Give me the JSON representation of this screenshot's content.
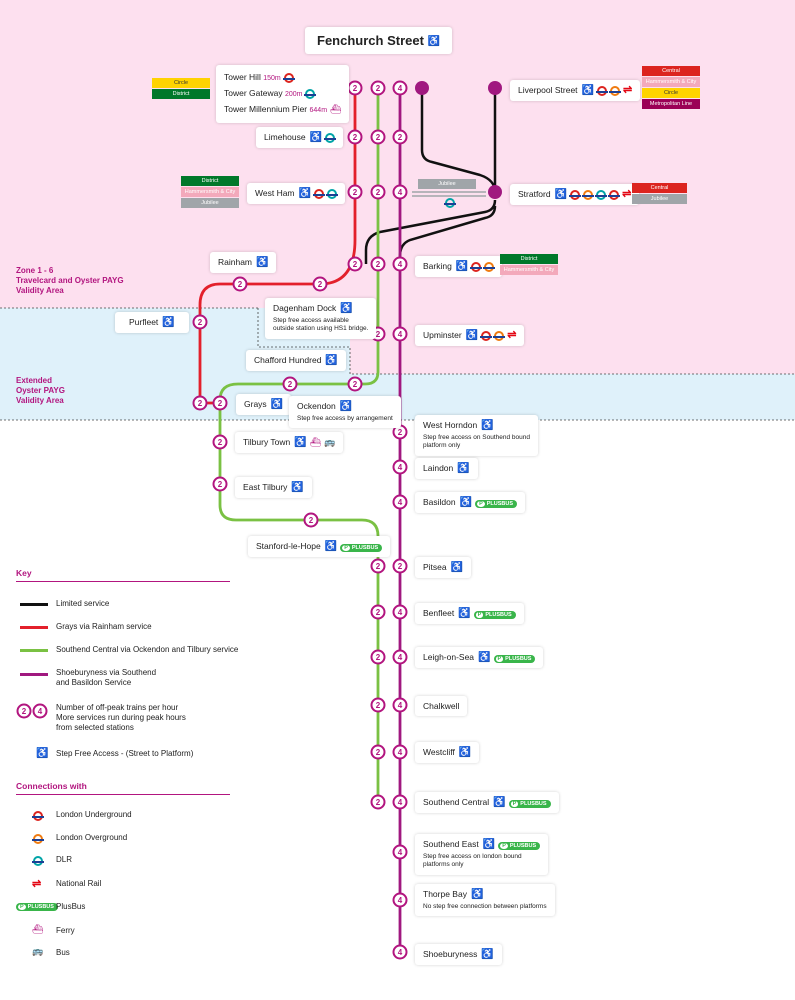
{
  "title": "Fenchurch Street",
  "colors": {
    "pink_zone": "#fde0ef",
    "blue_zone": "#dff1fa",
    "red_line": "#e3202b",
    "green_line": "#7ac143",
    "purple_line": "#a0187f",
    "black_line": "#111111",
    "circle_ring": "#b2157f",
    "accessible": "#b2157f"
  },
  "zones": {
    "zone_a": [
      "Zone 1 - 6",
      "Travelcard and Oyster PAYG",
      "Validity Area"
    ],
    "zone_b": [
      "Extended",
      "Oyster PAYG",
      "Validity Area"
    ]
  },
  "stations": {
    "tower_hill": {
      "name": "Tower Hill",
      "distance": "150m"
    },
    "tower_gateway": {
      "name": "Tower Gateway",
      "distance": "200m"
    },
    "tower_millennium_pier": {
      "name": "Tower Millennium Pier",
      "distance": "644m"
    },
    "liverpool_street": {
      "name": "Liverpool Street"
    },
    "limehouse": {
      "name": "Limehouse"
    },
    "west_ham": {
      "name": "West Ham"
    },
    "stratford": {
      "name": "Stratford"
    },
    "rainham": {
      "name": "Rainham"
    },
    "barking": {
      "name": "Barking"
    },
    "dagenham_dock": {
      "name": "Dagenham Dock",
      "note": [
        "Step free access available",
        "outside station using HS1 bridge."
      ]
    },
    "purfleet": {
      "name": "Purfleet"
    },
    "upminster": {
      "name": "Upminster"
    },
    "chafford_hundred": {
      "name": "Chafford Hundred"
    },
    "grays": {
      "name": "Grays"
    },
    "ockendon": {
      "name": "Ockendon",
      "note": [
        "Step free access by arrangement"
      ]
    },
    "west_horndon": {
      "name": "West Horndon",
      "note": [
        "Step free access on Southend bound",
        "platform only"
      ]
    },
    "tilbury_town": {
      "name": "Tilbury Town"
    },
    "laindon": {
      "name": "Laindon"
    },
    "east_tilbury": {
      "name": "East Tilbury"
    },
    "basildon": {
      "name": "Basildon"
    },
    "stanford_le_hope": {
      "name": "Stanford-le-Hope"
    },
    "pitsea": {
      "name": "Pitsea"
    },
    "benfleet": {
      "name": "Benfleet"
    },
    "leigh_on_sea": {
      "name": "Leigh-on-Sea"
    },
    "chalkwell": {
      "name": "Chalkwell"
    },
    "westcliff": {
      "name": "Westcliff"
    },
    "southend_central": {
      "name": "Southend Central"
    },
    "southend_east": {
      "name": "Southend East",
      "note": [
        "Step free access on london bound",
        "platforms only"
      ]
    },
    "thorpe_bay": {
      "name": "Thorpe Bay",
      "note": [
        "No step free connection between platforms"
      ]
    },
    "shoeburyness": {
      "name": "Shoeburyness"
    }
  },
  "chips": {
    "tower": [
      {
        "text": "Circle",
        "color": "#ffd300",
        "fg": "#333333"
      },
      {
        "text": "District",
        "color": "#00782a",
        "fg": "#ffffff"
      }
    ],
    "liverpool": [
      {
        "text": "Central",
        "color": "#dc241f",
        "fg": "#ffffff"
      },
      {
        "text": "Hammersmith & City",
        "color": "#f3a9bb",
        "fg": "#ffffff"
      },
      {
        "text": "Circle",
        "color": "#ffd300",
        "fg": "#333333"
      },
      {
        "text": "Metropolitan Line",
        "color": "#9b0056",
        "fg": "#ffffff"
      }
    ],
    "westham": [
      {
        "text": "District",
        "color": "#00782a",
        "fg": "#ffffff"
      },
      {
        "text": "Hammersmith & City",
        "color": "#f3a9bb",
        "fg": "#ffffff"
      },
      {
        "text": "Jubilee",
        "color": "#a0a5a9",
        "fg": "#ffffff"
      }
    ],
    "jubilee_link": [
      {
        "text": "Jubilee",
        "color": "#a0a5a9",
        "fg": "#ffffff"
      }
    ],
    "stratford": [
      {
        "text": "Central",
        "color": "#dc241f",
        "fg": "#ffffff"
      },
      {
        "text": "Jubilee",
        "color": "#a0a5a9",
        "fg": "#ffffff"
      }
    ],
    "barking": [
      {
        "text": "District",
        "color": "#00782a",
        "fg": "#ffffff"
      },
      {
        "text": "Hammersmith & City",
        "color": "#f3a9bb",
        "fg": "#ffffff"
      }
    ]
  },
  "key": {
    "title": "Key",
    "limited": "Limited service",
    "rainham": "Grays via Rainham service",
    "ockendon": "Southend Central via Ockendon and Tilbury service",
    "basildon": [
      "Shoeburyness via Southend",
      "and Basildon Service"
    ],
    "frequency": [
      "Number of off-peak trains per hour",
      "More services run during peak hours",
      "from selected stations"
    ],
    "step_free": "Step Free Access - (Street to Platform)"
  },
  "connections": {
    "title": "Connections with",
    "items": [
      "London Underground",
      "London Overground",
      "DLR",
      "National Rail",
      "PlusBus",
      "Ferry",
      "Bus"
    ]
  },
  "plusbus_label": "PLUSBUS",
  "freq": {
    "two": "2",
    "four": "4"
  }
}
